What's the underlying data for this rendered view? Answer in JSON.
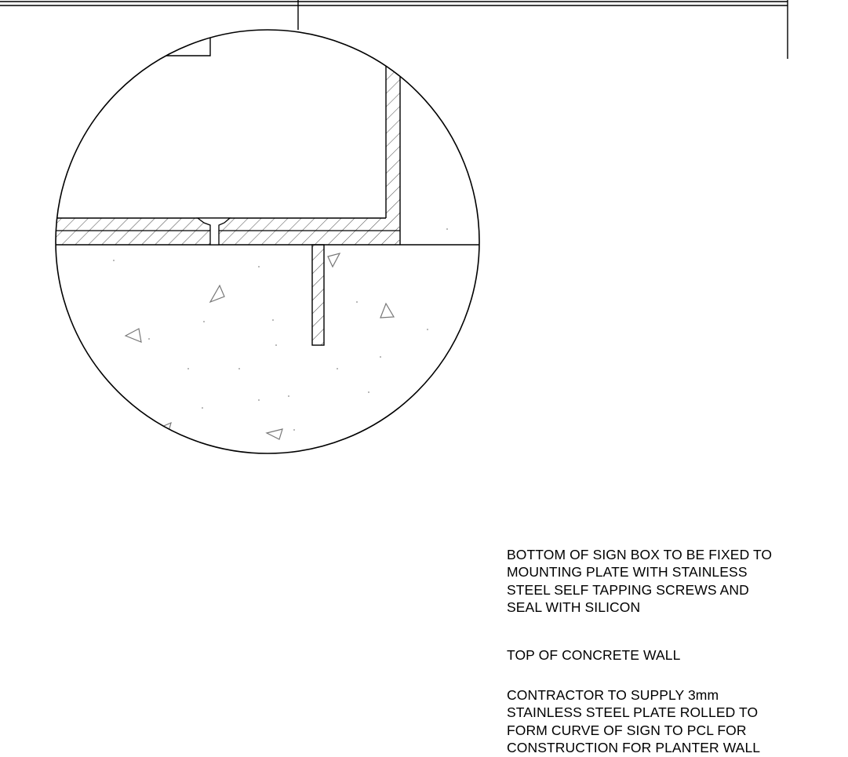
{
  "notes": {
    "note1": "BOTTOM OF SIGN BOX TO BE FIXED TO\nMOUNTING PLATE WITH STAINLESS\nSTEEL SELF TAPPING SCREWS AND\nSEAL WITH SILICON",
    "note2": "TOP OF CONCRETE WALL",
    "note3": "CONTRACTOR TO SUPPLY 3mm\nSTAINLESS STEEL PLATE ROLLED TO\nFORM CURVE OF SIGN TO PCL FOR\nCONSTRUCTION FOR PLANTER WALL"
  },
  "colors": {
    "line": "#000000",
    "hatch": "#555555",
    "aggregate": "#777777",
    "background": "#ffffff"
  }
}
